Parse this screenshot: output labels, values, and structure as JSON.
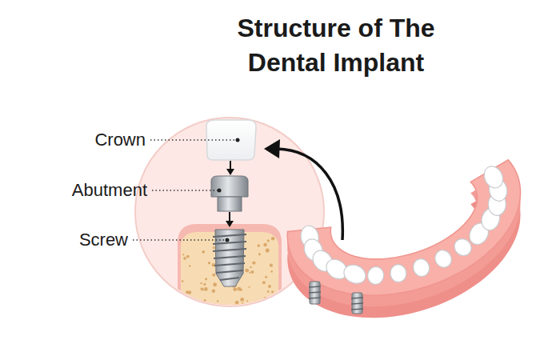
{
  "diagram": {
    "title": "Structure of The Dental Implant",
    "labels": [
      "Crown",
      "Abutment",
      "Screw"
    ]
  }
}
